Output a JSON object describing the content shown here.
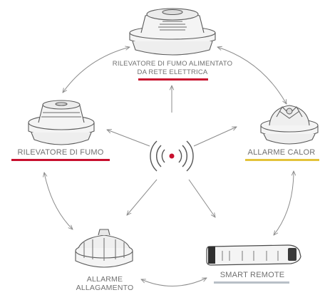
{
  "nodes": {
    "mains_smoke": {
      "line1": "RILEVATORE DI FUMO ALIMENTATO",
      "line2": "DA RETE ELETTRICA",
      "underline_color": "#c8102e",
      "icon": "ceiling-smoke-detector-icon"
    },
    "smoke": {
      "label": "RILEVATORE DI FUMO",
      "underline_color": "#c8102e",
      "icon": "smoke-detector-icon"
    },
    "heat": {
      "label": "ALLARME CALOR",
      "underline_color": "#e3c33a",
      "icon": "heat-alarm-icon"
    },
    "flood": {
      "line1": "ALLARME",
      "line2": "ALLAGAMENTO",
      "icon": "flood-alarm-icon"
    },
    "remote": {
      "label": "SMART REMOTE",
      "underline_color": "#b8bfc7",
      "icon": "smart-remote-icon"
    }
  },
  "hub": {
    "icon": "wireless-signal-icon",
    "dot_color": "#c8102e"
  },
  "colors": {
    "line": "#8c8c8c",
    "device_stroke": "#5a5a5a",
    "device_fill": "#f4f4f4",
    "text": "#707070"
  }
}
